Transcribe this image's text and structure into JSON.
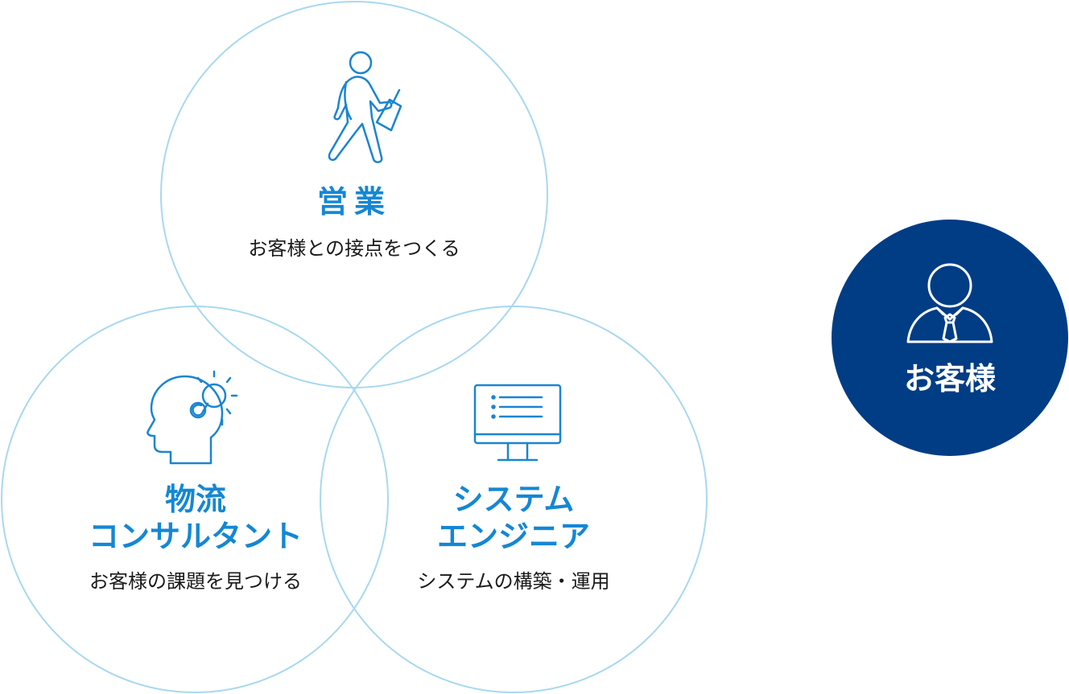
{
  "colors": {
    "ring": "#a8d8f0",
    "accent": "#1487d4",
    "icon": "#1a85d0",
    "text": "#1a1a1a",
    "customer_bg": "#003d85",
    "customer_text": "#ffffff"
  },
  "roles": {
    "sales": {
      "icon": "walking-businessman-icon",
      "title": "営業",
      "description": "お客様との接点をつくる"
    },
    "logistics": {
      "icon": "head-lightbulb-icon",
      "title": "物流\nコンサルタント",
      "description": "お客様の課題を見つける"
    },
    "system": {
      "icon": "monitor-icon",
      "title": "システム\nエンジニア",
      "description": "システムの構築・運用"
    }
  },
  "customer": {
    "icon": "person-tie-icon",
    "label": "お客様"
  }
}
